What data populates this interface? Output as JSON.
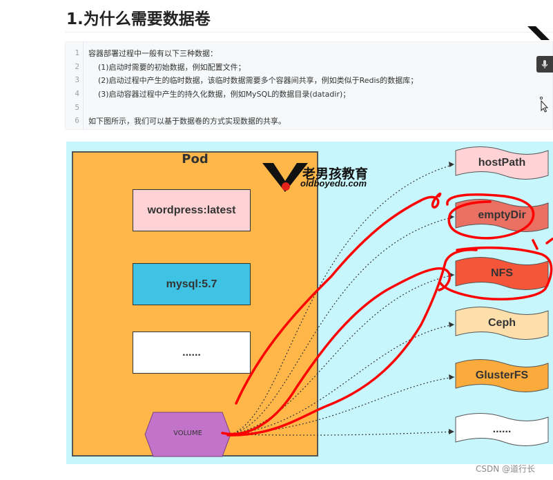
{
  "heading": "1.为什么需要数据卷",
  "code": {
    "lines": [
      {
        "num": "1",
        "text": "容器部署过程中一般有以下三种数据："
      },
      {
        "num": "2",
        "text": "    (1)启动时需要的初始数据，例如配置文件；"
      },
      {
        "num": "3",
        "text": "    (2)启动过程中产生的临时数据，该临时数据需要多个容器间共享，例如类似于Redis的数据库；"
      },
      {
        "num": "4",
        "text": "    (3)启动容器过程中产生的持久化数据，例如MySQL的数据目录(datadir)；"
      },
      {
        "num": "5",
        "text": ""
      },
      {
        "num": "6",
        "text": "如下图所示，我们可以基于数据卷的方式实现数据的共享。"
      }
    ]
  },
  "diagram": {
    "pod_label": "Pod",
    "logo_text": "老男孩教育",
    "logo_sub": "oldboyedu.com",
    "containers": [
      "wordpress:latest",
      "mysql:5.7",
      "......"
    ],
    "volume_label": "VOLUME",
    "backends": [
      {
        "label": "hostPath",
        "color": "#ffd3d6"
      },
      {
        "label": "emptyDir",
        "color": "#ea7063"
      },
      {
        "label": "NFS",
        "color": "#f5563a"
      },
      {
        "label": "Ceph",
        "color": "#fddfac"
      },
      {
        "label": "GlusterFS",
        "color": "#fbab3c"
      },
      {
        "label": "......",
        "color": "#ffffff"
      }
    ],
    "colors": {
      "background": "#c7f7fd",
      "pod": "#ffb74a",
      "wordpress": "#ffd3d6",
      "mysql": "#3ec3e4",
      "volume": "#c174c9",
      "annotation": "#ff0000"
    }
  },
  "watermark": "CSDN @道行长"
}
